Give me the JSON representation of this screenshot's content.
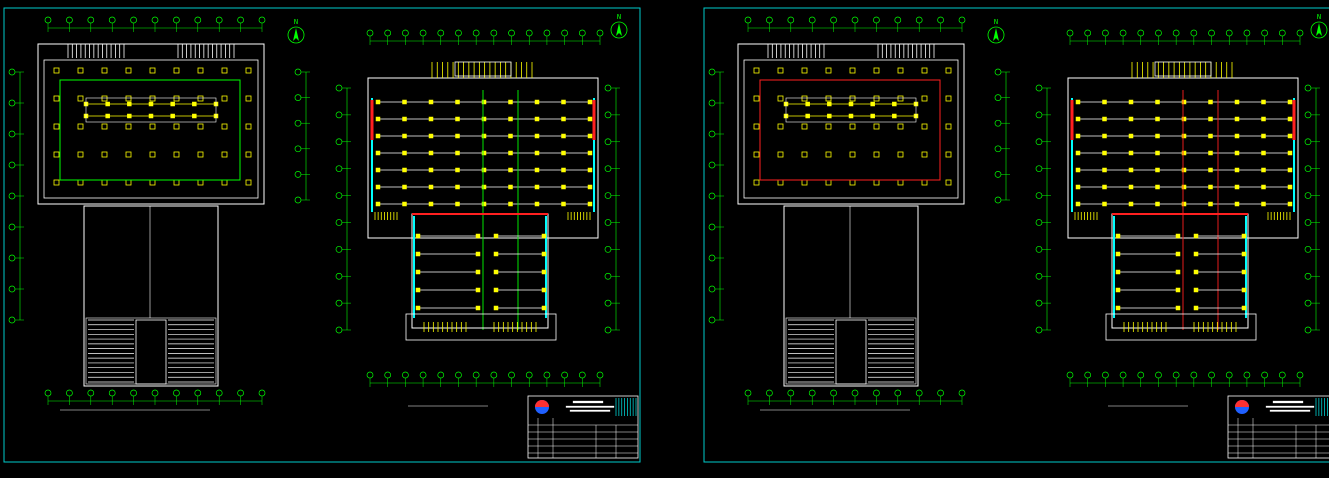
{
  "colors": {
    "background": "#000000",
    "frame": "#00cccc",
    "outline": "#ffffff",
    "dimension": "#00ff00",
    "lighting": "#ffff00",
    "wiring_red": "#ff2020",
    "wiring_green": "#00ff00",
    "wall_cyan": "#00ffff",
    "logo_blue": "#2060ff",
    "logo_red": "#ff3030"
  },
  "sheets": [
    {
      "id": "sheet-left",
      "north_label": "N"
    },
    {
      "id": "sheet-right",
      "north_label": "N"
    }
  ],
  "icons": [
    "north-arrow-icon",
    "company-logo-icon"
  ]
}
